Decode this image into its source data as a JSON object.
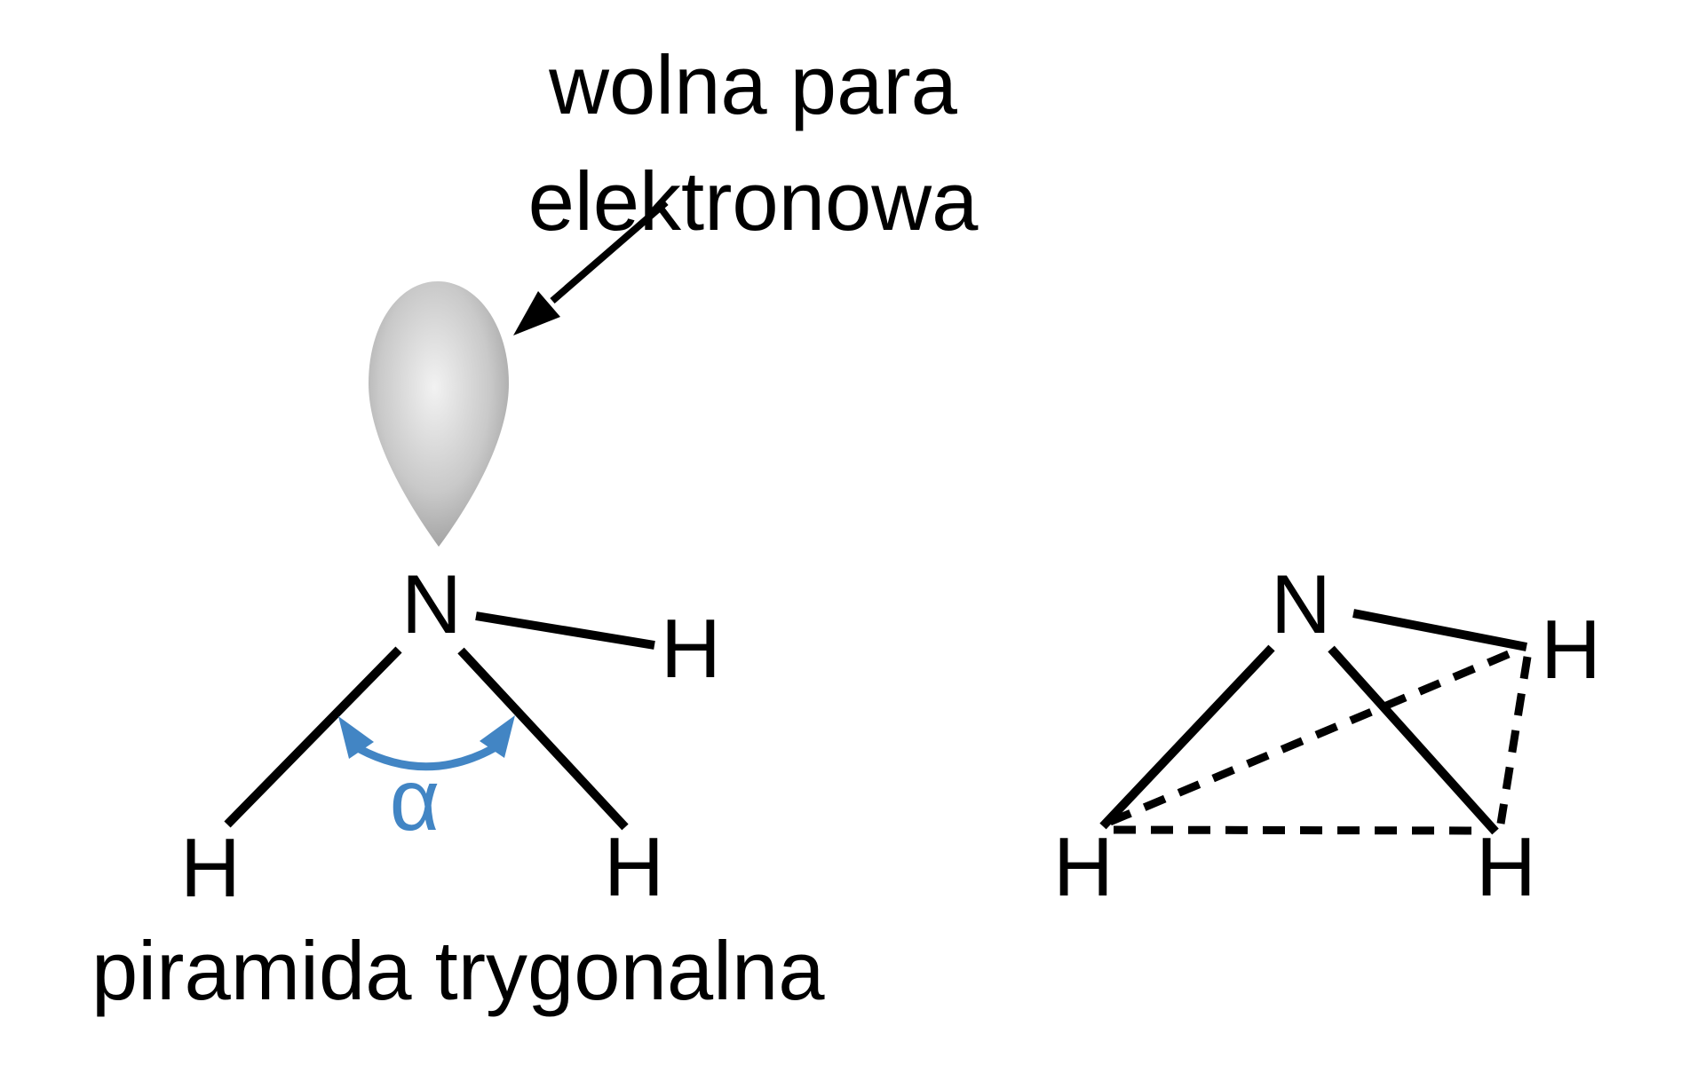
{
  "colors": {
    "background": "#ffffff",
    "ink": "#000000",
    "angle_accent": "#4285c4",
    "lobe_center": "#f2f2f2",
    "lobe_mid": "#c9c9c9",
    "lobe_edge": "#8e8e8e"
  },
  "lone_pair_label": {
    "line1": "wolna para",
    "line2": "elektronowa"
  },
  "left_structure": {
    "nitrogen": "N",
    "hydrogen_right": "H",
    "hydrogen_bottom_left": "H",
    "hydrogen_bottom_right": "H",
    "angle_symbol": "α",
    "caption": "piramida trygonalna"
  },
  "right_structure": {
    "nitrogen": "N",
    "hydrogen_right": "H",
    "hydrogen_bottom_left": "H",
    "hydrogen_bottom_right": "H"
  }
}
